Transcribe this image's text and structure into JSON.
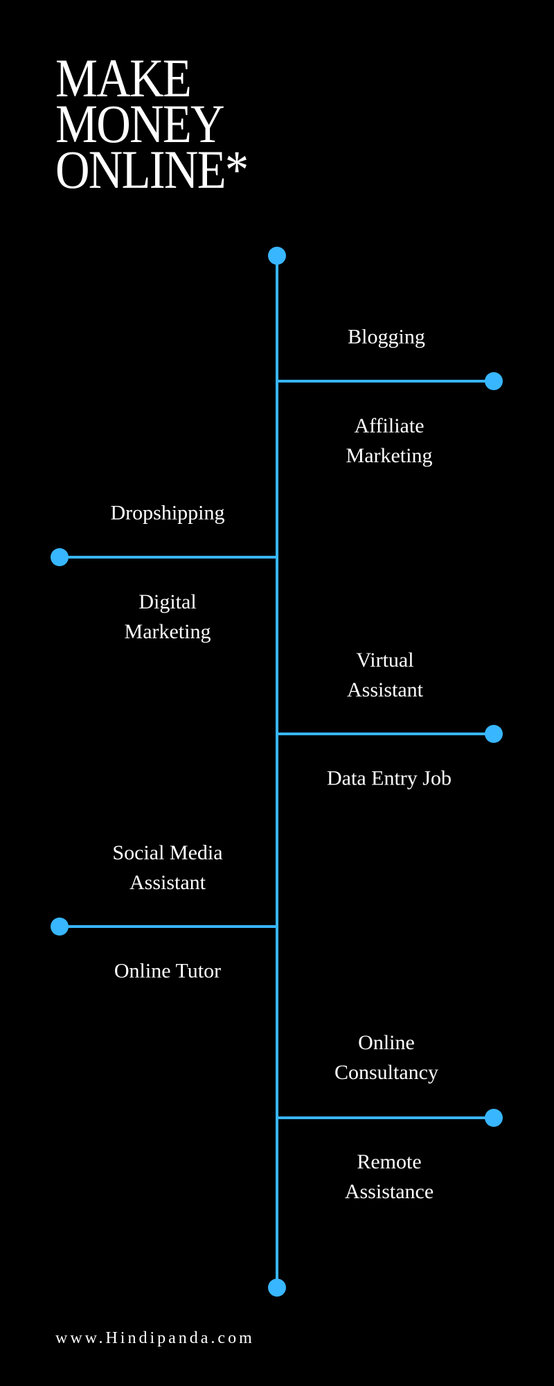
{
  "title": {
    "line1": "MAKE",
    "line2": "MONEY",
    "line3": "ONLINE*"
  },
  "accent_color": "#38b6ff",
  "branches": [
    {
      "side": "right",
      "above": [
        "Blogging"
      ],
      "below": [
        "Affiliate",
        "Marketing"
      ]
    },
    {
      "side": "left",
      "above": [
        "Dropshipping"
      ],
      "below": [
        "Digital",
        "Marketing"
      ]
    },
    {
      "side": "right",
      "above": [
        "Virtual",
        "Assistant"
      ],
      "below": [
        "Data Entry Job"
      ]
    },
    {
      "side": "left",
      "above": [
        "Social Media",
        "Assistant"
      ],
      "below": [
        "Online Tutor"
      ]
    },
    {
      "side": "right",
      "above": [
        "Online",
        "Consultancy"
      ],
      "below": [
        "Remote",
        "Assistance"
      ]
    }
  ],
  "footer": "www.Hindipanda.com"
}
